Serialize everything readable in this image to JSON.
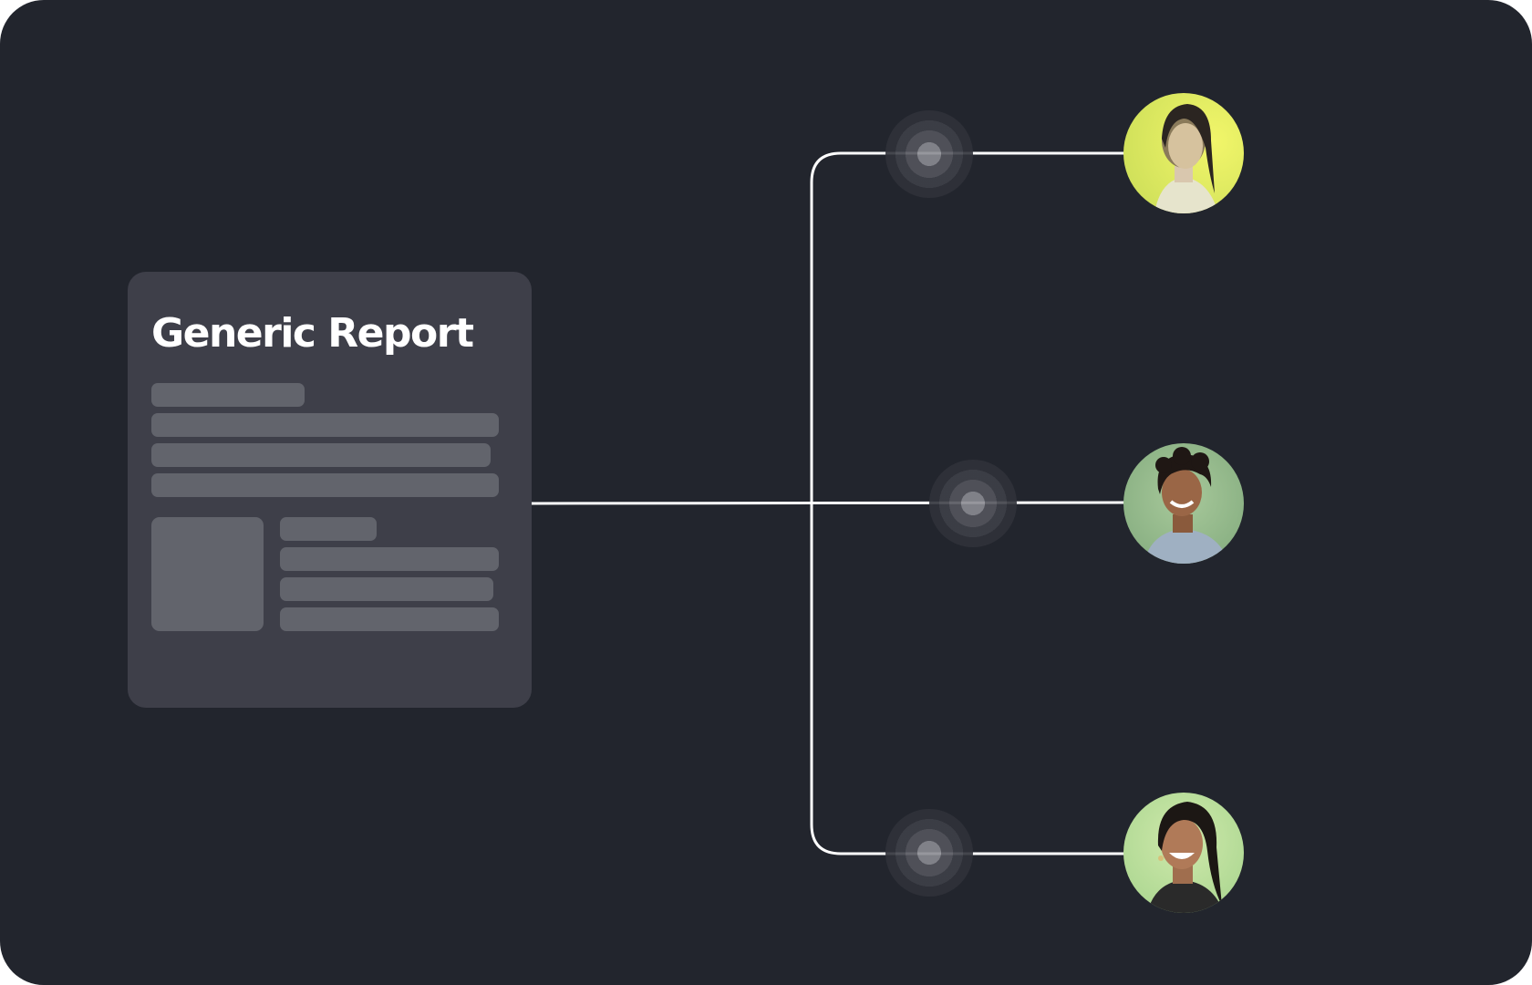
{
  "report": {
    "title": "Generic Report"
  },
  "colors": {
    "background": "#22252d",
    "card": "#3e3f49",
    "placeholder": "#62646c",
    "connector": "#ffffff"
  },
  "recipients": [
    {
      "name": "avatar-woman-top",
      "icon": "person-avatar",
      "backdrop": "#e8f06a"
    },
    {
      "name": "avatar-man-middle",
      "icon": "person-avatar",
      "backdrop": "#8fb88c"
    },
    {
      "name": "avatar-woman-bottom",
      "icon": "person-avatar",
      "backdrop": "#b9df9a"
    }
  ]
}
